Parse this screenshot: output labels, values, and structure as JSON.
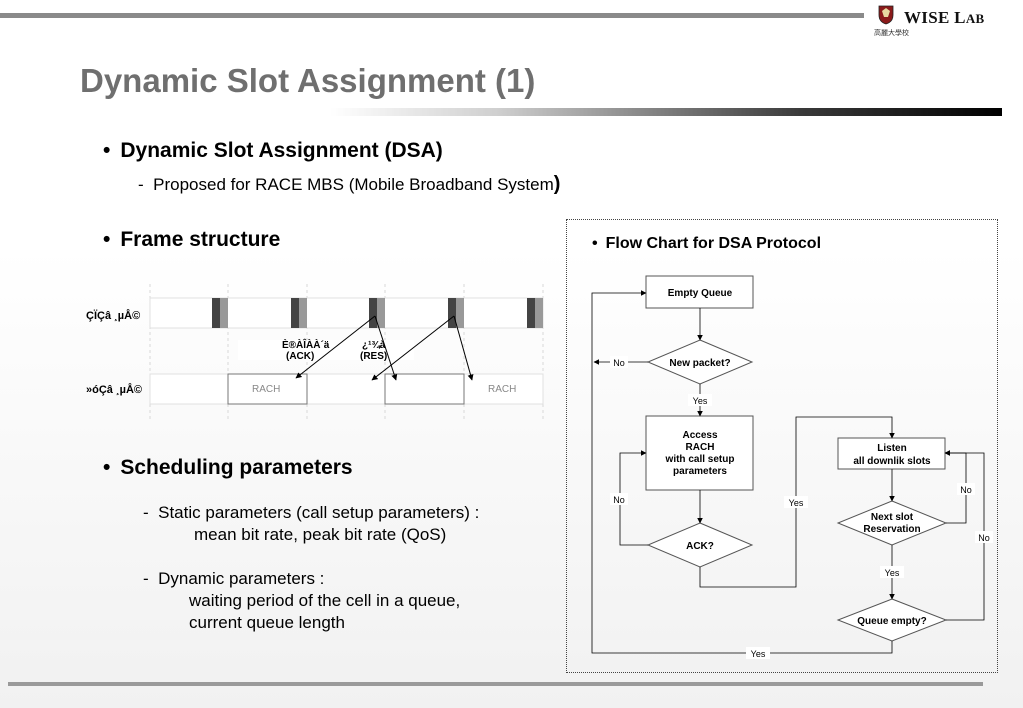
{
  "logo": {
    "text_main": "WISE L",
    "text_small": "AB",
    "subtext": "高麗大學校"
  },
  "title": "Dynamic Slot Assignment (1)",
  "bullets": [
    {
      "text": "Dynamic Slot Assignment (DSA)"
    },
    {
      "text": "Frame structure"
    },
    {
      "text": "Scheduling parameters"
    }
  ],
  "dsa_sub": {
    "dash": "-",
    "text": "Proposed for RACE MBS (Mobile Broadband System",
    "paren": ")"
  },
  "sched": {
    "static_dash": "-",
    "static_label": "Static parameters (call setup parameters) :",
    "static_values": "mean bit rate, peak bit rate (QoS)",
    "dynamic_dash": "-",
    "dynamic_label": "Dynamic parameters :",
    "dynamic_line1": "waiting period of the cell in a queue,",
    "dynamic_line2": "current queue length"
  },
  "frame": {
    "row1_label": "ÇÏÇâ ¸µÅ©",
    "row2_label": "»óÇâ ¸µÅ©",
    "ack_garbled": "È®ÀÎÀÀ´ä",
    "ack": "(ACK)",
    "res_garbled": "¿¹¾à",
    "res": "(RES)",
    "rach1": "RACH",
    "rach2": "RACH"
  },
  "flowchart": {
    "title": "Flow Chart for DSA Protocol",
    "empty_queue": "Empty Queue",
    "new_packet": "New packet?",
    "access_l1": "Access",
    "access_l2": "RACH",
    "access_l3": "with call setup",
    "access_l4": "parameters",
    "ack_q": "ACK?",
    "listen_l1": "Listen",
    "listen_l2": "all downlik slots",
    "next_l1": "Next slot",
    "next_l2": "Reservation",
    "queue_empty": "Queue empty?",
    "no_newpacket": "No",
    "yes_newpacket": "Yes",
    "no_ack": "No",
    "yes_ack": "Yes",
    "no_next": "No",
    "yes_next": "Yes",
    "no_queue": "No",
    "yes_queue": "Yes"
  }
}
